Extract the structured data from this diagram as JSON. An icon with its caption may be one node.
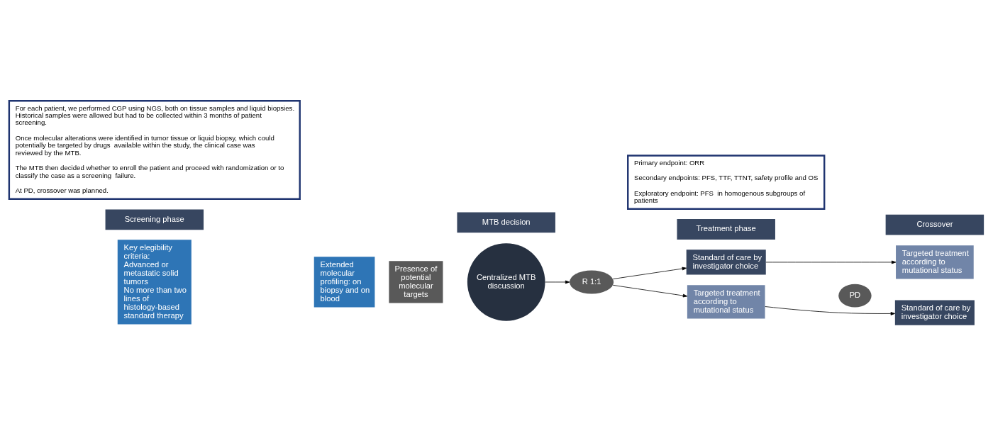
{
  "diagram": {
    "nodes": [
      {
        "text": [
          "Key elegibility criteria:",
          "Advanced or metastatic solid tumors",
          "No more than two lines of histology-based standard therapy"
        ]
      },
      {
        "text": [
          "Extended molecular profiling: on biopsy and on blood"
        ]
      },
      {
        "text": [
          "Presence of potential molecular targets"
        ]
      },
      {
        "text": [
          "Centralized MTB discussion"
        ]
      },
      {
        "text": [
          "R 1:1"
        ]
      },
      {
        "text": [
          "Standard of care by investigator choice"
        ]
      },
      {
        "text": [
          "Targeted treatment according to mutational status"
        ]
      },
      {
        "text": [
          "PD"
        ]
      },
      {
        "text": [
          "Targeted treatment according to mutational status"
        ]
      },
      {
        "text": [
          "Standard of care by investigator choice"
        ]
      },
      {
        "text": [
          "Screening phase"
        ]
      },
      {
        "text": [
          "MTB decision"
        ]
      },
      {
        "text": [
          "Treatment phase"
        ]
      },
      {
        "text": [
          "Crossover"
        ]
      },
      {
        "text": [
          "For each patient, we performed CGP using NGS, both on tissue samples and liquid biopsies. Historical samples were allowed but had to be collected within 3 months of patient screening.",
          "Once molecular alterations were identified in tumor tissue or liquid biopsy, which could potentially be targeted by drugs  available within the study, the clinical case was reviewed by the MTB.",
          "The MTB then decided whether to enroll the patient and proceed with randomization or to classify the case as a screening  failure.",
          "At PD, crossover was planned."
        ]
      },
      {
        "text": [
          "Primary endpoint: ORR",
          "Secondary endpoints: PFS, TTF, TTNT, safety profile and OS",
          "Exploratory endpoint: PFS  in homogenous subgroups of patients"
        ]
      }
    ],
    "edges": [
      {
        "from": 3,
        "to": 4,
        "arrow": "to"
      },
      {
        "from": 4,
        "to": 5,
        "arrow": "to"
      },
      {
        "from": 4,
        "to": 6,
        "arrow": "to"
      },
      {
        "from": 5,
        "to": 8,
        "arrow": "to"
      },
      {
        "from": 6,
        "to": 9,
        "arrow": "to"
      }
    ]
  }
}
